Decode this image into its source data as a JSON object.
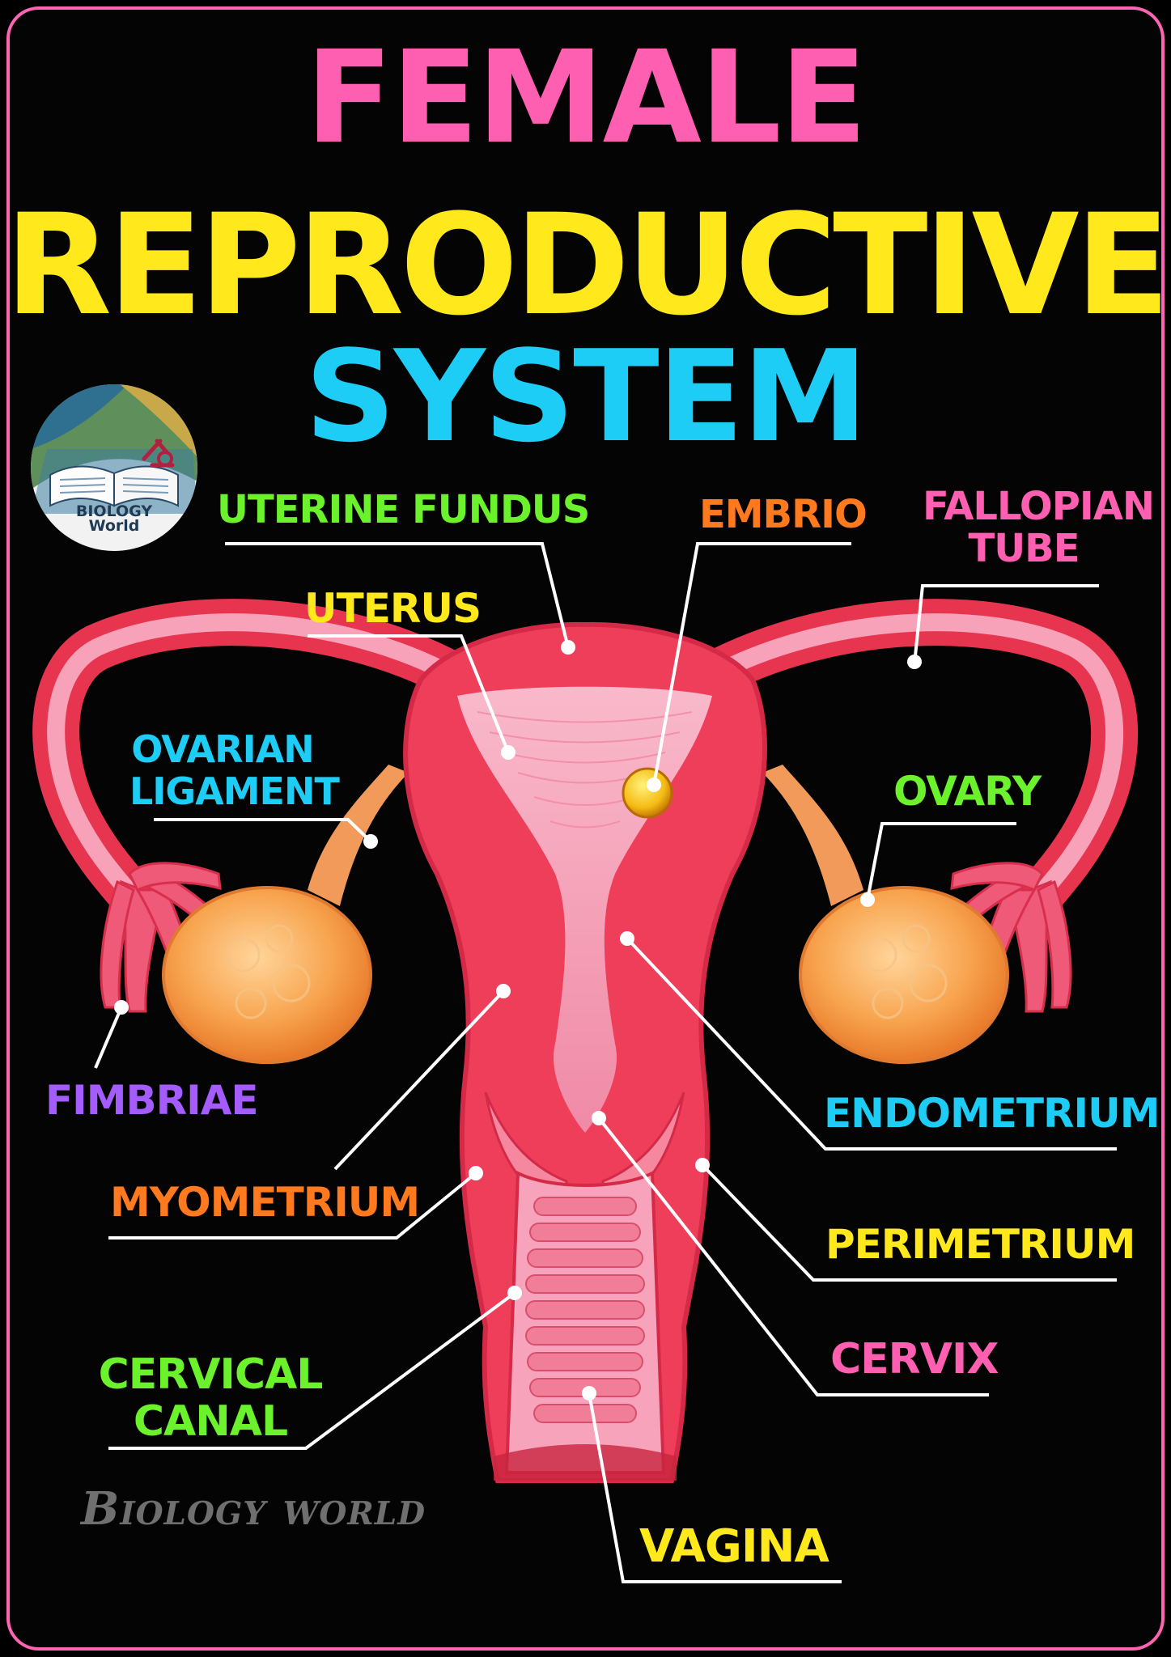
{
  "title": {
    "line1": "FEMALE",
    "line2": "REPRODUCTIVE",
    "line3": "SYSTEM"
  },
  "logo": {
    "text_line1": "BIOLOGY",
    "text_line2": "World"
  },
  "watermark": "Biology world",
  "labels": {
    "uterine_fundus": "UTERINE FUNDUS",
    "embrio": "EMBRIO",
    "fallopian_tube": [
      "FALLOPIAN",
      "TUBE"
    ],
    "uterus": "UTERUS",
    "ovarian_ligament": [
      "OVARIAN",
      "LIGAMENT"
    ],
    "ovary": "OVARY",
    "fimbriae": "FIMBRIAE",
    "endometrium": "ENDOMETRIUM",
    "myometrium": "MYOMETRIUM",
    "perimetrium": "PERIMETRIUM",
    "cervical_canal": [
      "CERVICAL",
      "CANAL"
    ],
    "cervix": "CERVIX",
    "vagina": "VAGINA"
  },
  "colors": {
    "pink": "#ff5fb1",
    "yellow": "#ffe81c",
    "cyan": "#1ecdf6",
    "green": "#6cf22c",
    "orange": "#ff7a1f",
    "purple": "#a45cff",
    "tissue_red": "#ef3e5a",
    "tissue_pink": "#f7a3bc",
    "ovary_orange": "#f7a24f",
    "frame": "#ff63b4"
  }
}
